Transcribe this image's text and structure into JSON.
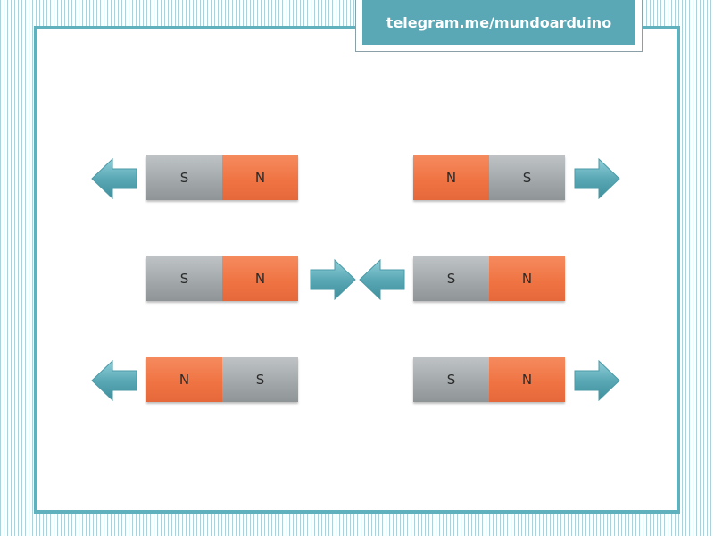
{
  "header": {
    "label": "telegram.me/mundoarduino"
  },
  "colors": {
    "frame": "#5fb1bd",
    "title_bg": "#5aa8b5",
    "arrow": "#5aa8b5",
    "pole_gray": "#a3a8ab",
    "pole_orange": "#f07443"
  },
  "rows": [
    {
      "left_magnet": [
        "S",
        "N"
      ],
      "right_magnet": [
        "N",
        "S"
      ],
      "arrows": [
        "left",
        "right"
      ]
    },
    {
      "left_magnet": [
        "S",
        "N"
      ],
      "right_magnet": [
        "S",
        "N"
      ],
      "arrows": [
        "right",
        "left"
      ]
    },
    {
      "left_magnet": [
        "N",
        "S"
      ],
      "right_magnet": [
        "S",
        "N"
      ],
      "arrows": [
        "left",
        "right"
      ]
    }
  ]
}
